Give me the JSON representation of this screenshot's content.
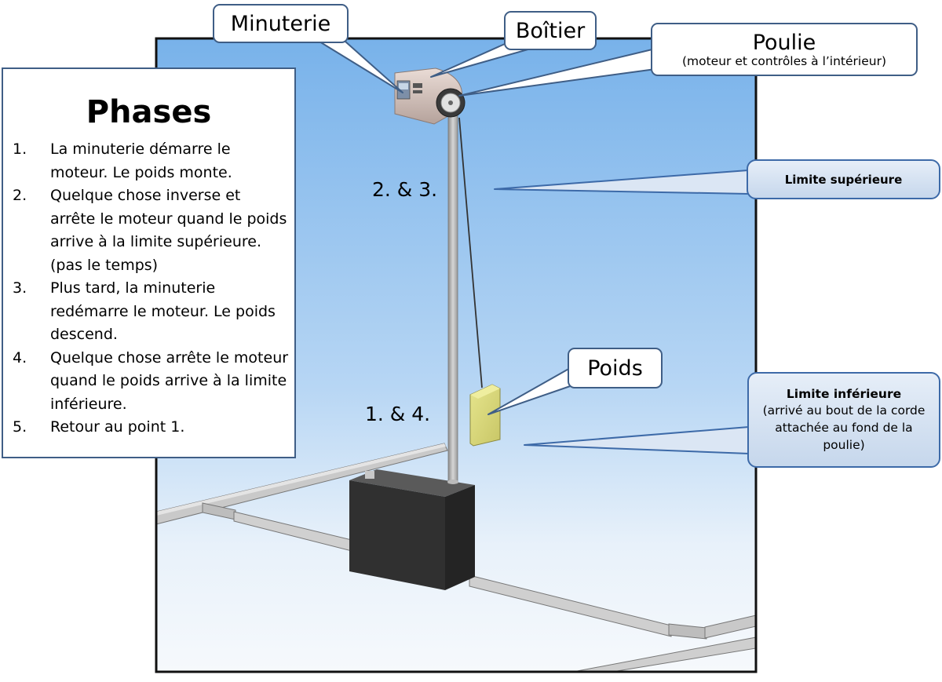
{
  "labels": {
    "minuterie": "Minuterie",
    "boitier": "Boîtier",
    "poulie_title": "Poulie",
    "poulie_subtitle": "(moteur et contrôles à l’intérieur)",
    "poids": "Poids",
    "limite_superieure": "Limite supérieure",
    "limite_inferieure_title": "Limite inférieure",
    "limite_inferieure_detail": "(arrivé au bout de la corde attachée au fond de la poulie)",
    "steps_upper": "2. & 3.",
    "steps_lower": "1. & 4."
  },
  "phases": {
    "title": "Phases",
    "items": [
      {
        "num": "1.",
        "text": "La minuterie démarre le moteur. Le poids monte."
      },
      {
        "num": "2.",
        "text": "Quelque chose inverse et arrête le moteur quand le poids arrive à la limite supérieure. (pas le temps)"
      },
      {
        "num": "3.",
        "text": "Plus tard, la minuterie redémarre le moteur. Le poids descend."
      },
      {
        "num": "4.",
        "text": "Quelque chose arrête le moteur quand le poids arrive à la limite inférieure."
      },
      {
        "num": "5.",
        "text": "Retour au point 1."
      }
    ]
  },
  "colors": {
    "sky_top": "#78b2ea",
    "sky_bottom": "#f4f8fc",
    "callout_border": "#3f5e86",
    "weight": "#d9d87a",
    "battery_box": "#333333"
  }
}
